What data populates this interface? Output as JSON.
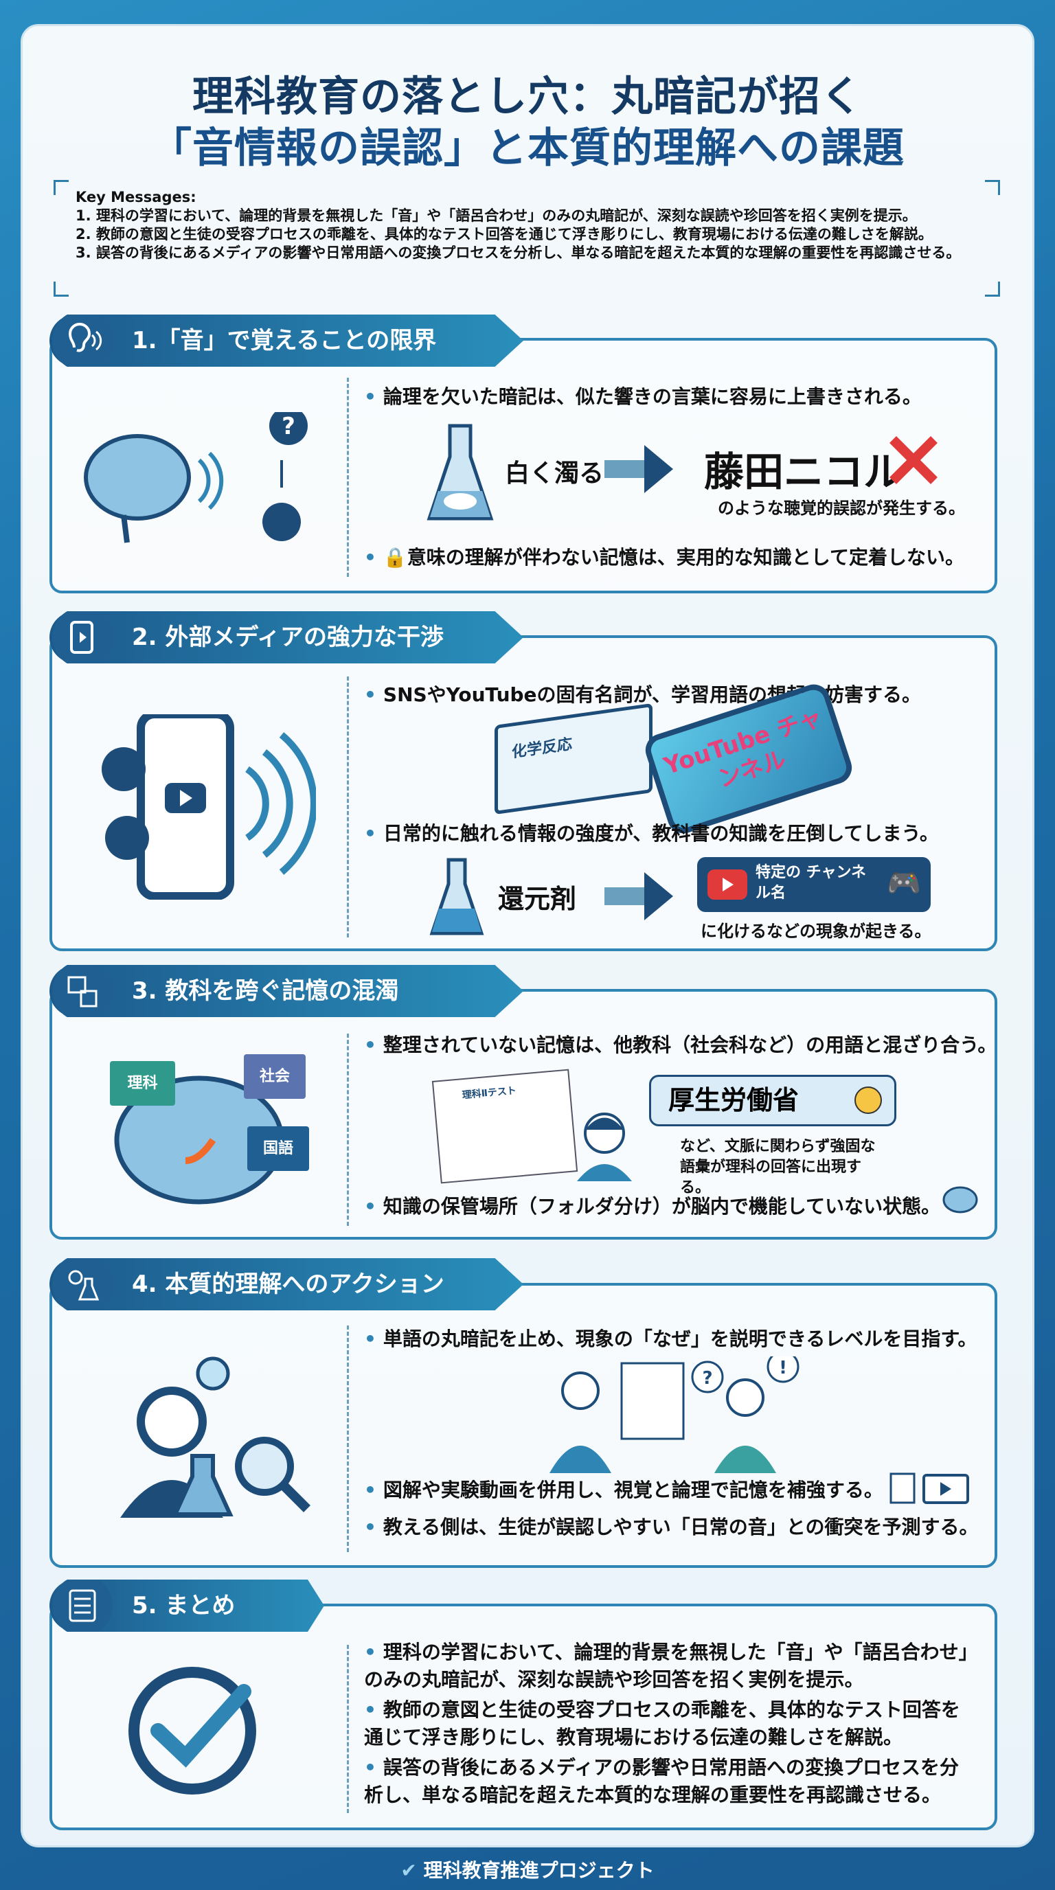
{
  "title": {
    "line1": "理科教育の落とし穴：丸暗記が招く",
    "line2": "「音情報の誤認」と本質的理解への課題"
  },
  "key_messages": {
    "heading": "Key Messages:",
    "items": [
      "1. 理科の学習において、論理的背景を無視した「音」や「語呂合わせ」のみの丸暗記が、深刻な誤読や珍回答を招く実例を提示。",
      "2. 教師の意図と生徒の受容プロセスの乖離を、具体的なテスト回答を通じて浮き彫りにし、教育現場における伝達の難しさを解説。",
      "3. 誤答の背後にあるメディアの影響や日常用語への変換プロセスを分析し、単なる暗記を超えた本質的な理解の重要性を再認識させる。"
    ]
  },
  "sections": [
    {
      "title": "1.「音」で覚えることの限界",
      "icon": "ear-icon",
      "bullets": [
        "論理を欠いた暗記は、似た響きの言葉に容易に上書きされる。",
        "意味の理解が伴わない記憶は、実用的な知識として定着しない。"
      ],
      "from": "白く濁る",
      "to": "藤田ニコル",
      "note": "のような聴覚的誤認が発生する。"
    },
    {
      "title": "2. 外部メディアの強力な干渉",
      "icon": "phone-video-icon",
      "bullets": [
        "SNSやYouTubeの固有名詞が、学習用語の想起を妨害する。",
        "日常的に触れる情報の強度が、教科書の知識を圧倒してしまう。"
      ],
      "book_label": "化学反応",
      "phone_label": "YouTube チャンネル",
      "from": "還元剤",
      "to": "特定の チャンネル名",
      "note": "に化けるなどの現象が起きる。"
    },
    {
      "title": "3. 教科を跨ぐ記憶の混濁",
      "icon": "folders-icon",
      "bullets": [
        "整理されていない記憶は、他教科（社会科など）の用語と混ざり合う。",
        "知識の保管場所（フォルダ分け）が脳内で機能していない状態。"
      ],
      "folders": [
        "理科",
        "社会",
        "国語"
      ],
      "test_title": "理科Ⅱテスト",
      "answer": "厚生労働省",
      "note": "など、文脈に関わらず強固な語彙が理科の回答に出現する。"
    },
    {
      "title": "4. 本質的理解へのアクション",
      "icon": "bulb-flask-icon",
      "bullets": [
        "単語の丸暗記を止め、現象の「なぜ」を説明できるレベルを目指す。",
        "図解や実験動画を併用し、視覚と論理で記憶を補強する。",
        "教える側は、生徒が誤認しやすい「日常の音」との衝突を予測する。"
      ]
    },
    {
      "title": "5. まとめ",
      "icon": "checklist-icon",
      "bullets": [
        "理科の学習において、論理的背景を無視した「音」や「語呂合わせ」のみの丸暗記が、深刻な誤読や珍回答を招く実例を提示。",
        "教師の意図と生徒の受容プロセスの乖離を、具体的なテスト回答を通じて浮き彫りにし、教育現場における伝達の難しさを解説。",
        "誤答の背後にあるメディアの影響や日常用語への変換プロセスを分析し、単なる暗記を超えた本質的な理解の重要性を再認識させる。"
      ]
    }
  ],
  "footer": "理科教育推進プロジェクト",
  "colors": {
    "navy": "#143a63",
    "accent": "#2f86b5",
    "red": "#e03a3a"
  }
}
